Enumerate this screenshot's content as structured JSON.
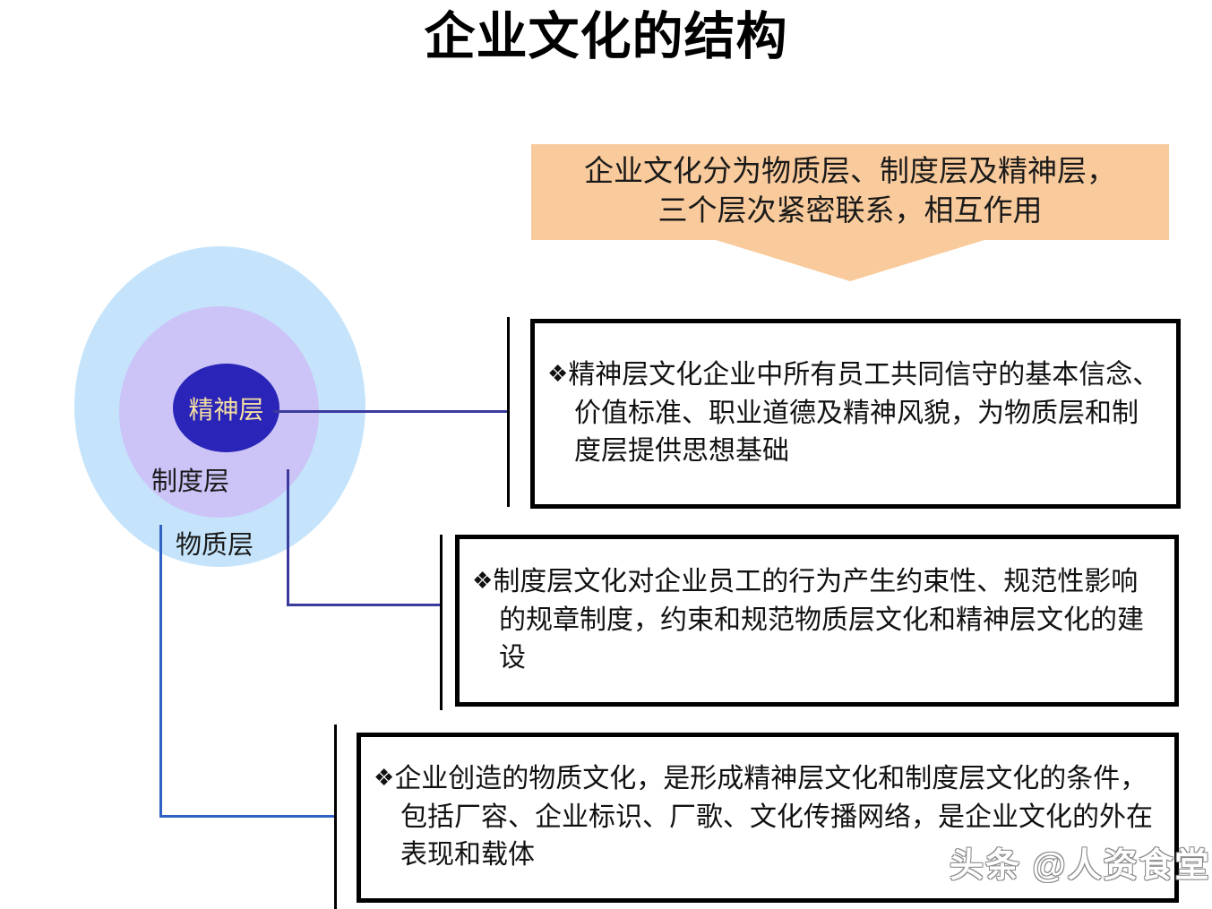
{
  "page": {
    "title": "企业文化的结构",
    "background_color": "#ffffff"
  },
  "banner": {
    "text": "企业文化分为物质层、制度层及精神层，\n三个层次紧密联系，相互作用",
    "fill_color": "#f9cb9c",
    "shape": "down-arrow-callout"
  },
  "diagram": {
    "rings": [
      {
        "name": "outer",
        "label": "物质层",
        "color": "#c5e4fb"
      },
      {
        "name": "middle",
        "label": "制度层",
        "color": "#ccc3f7"
      },
      {
        "name": "inner",
        "label": "精神层",
        "color": "#2a24b8",
        "text_color": "#f4dfa2"
      }
    ],
    "connector_color": "#3b3b9e",
    "connector_color_alt": "#2f62c4"
  },
  "boxes": [
    {
      "key": "spirit",
      "bullet": "❖",
      "text": "精神层文化企业中所有员工共同信守的基本信念、价值标准、职业道德及精神风貌，为物质层和制度层提供思想基础",
      "border_color": "#000000"
    },
    {
      "key": "system",
      "bullet": "❖",
      "text": "制度层文化对企业员工的行为产生约束性、规范性影响的规章制度，约束和规范物质层文化和精神层文化的建设",
      "border_color": "#000000"
    },
    {
      "key": "material",
      "bullet": "❖",
      "text": "企业创造的物质文化，是形成精神层文化和制度层文化的条件，包括厂容、企业标识、厂歌、文化传播网络，是企业文化的外在表现和载体",
      "border_color": "#000000"
    }
  ],
  "watermark": {
    "text": "头条 @人资食堂"
  }
}
